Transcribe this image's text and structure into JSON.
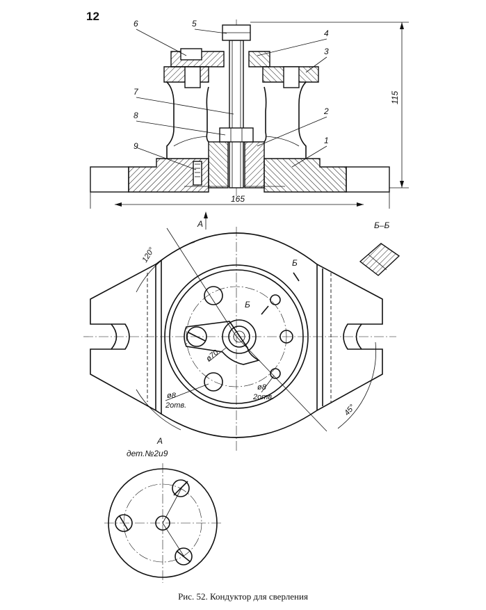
{
  "figure": {
    "number": "12",
    "caption": "Рис. 52. Кондуктор для сверления"
  },
  "part_labels": [
    "1",
    "2",
    "3",
    "4",
    "5",
    "6",
    "7",
    "8",
    "9"
  ],
  "dimensions": {
    "height": "115",
    "width": "165",
    "bolt_circle": "ø70",
    "hole_left": "ø8",
    "hole_left_count": "2отв.",
    "hole_right": "ø8",
    "hole_right_count": "2отв.",
    "angle_120": "120°",
    "angle_45": "45°"
  },
  "view_labels": {
    "arrow_a": "А",
    "section_b": "Б",
    "section_b_2": "Б",
    "section_bb": "Б–Б",
    "view_a": "А",
    "view_a_sub": "дет.№2и9"
  }
}
